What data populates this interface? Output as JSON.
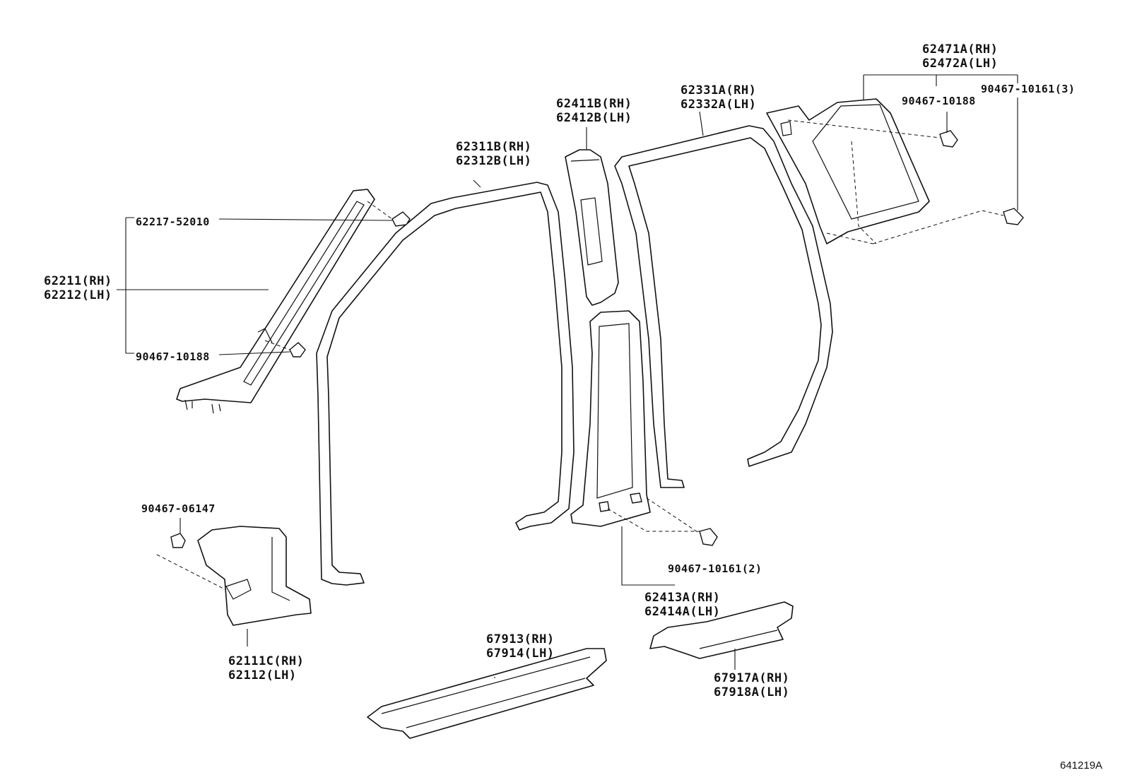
{
  "parts": {
    "p62471": {
      "line1": "62471A(RH)",
      "line2": "62472A(LH)"
    },
    "p90467_10161_3": {
      "line1": "90467-10161(3)"
    },
    "p90467_10188_top": {
      "line1": "90467-10188"
    },
    "p62331": {
      "line1": "62331A(RH)",
      "line2": "62332A(LH)"
    },
    "p62411": {
      "line1": "62411B(RH)",
      "line2": "62412B(LH)"
    },
    "p62311": {
      "line1": "62311B(RH)",
      "line2": "62312B(LH)"
    },
    "p62217": {
      "line1": "62217-52010"
    },
    "p62211": {
      "line1": "62211(RH)",
      "line2": "62212(LH)"
    },
    "p90467_10188_left": {
      "line1": "90467-10188"
    },
    "p90467_06147": {
      "line1": "90467-06147"
    },
    "p90467_10161_2": {
      "line1": "90467-10161(2)"
    },
    "p62413": {
      "line1": "62413A(RH)",
      "line2": "62414A(LH)"
    },
    "p62111": {
      "line1": "62111C(RH)",
      "line2": "62112(LH)"
    },
    "p67913": {
      "line1": "67913(RH)",
      "line2": "67914(LH)"
    },
    "p67917": {
      "line1": "67917A(RH)",
      "line2": "67918A(LH)"
    }
  },
  "diagram_code": "641219A"
}
